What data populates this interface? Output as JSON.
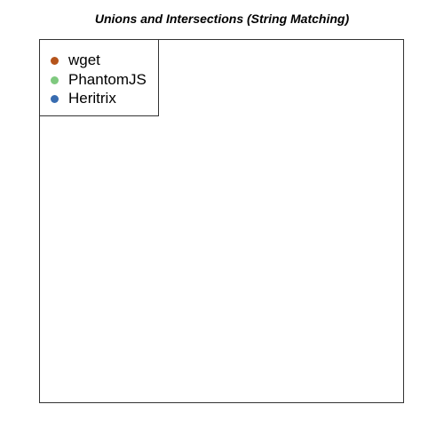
{
  "chart_data": {
    "type": "scatter",
    "title": "Unions and Intersections (String Matching)",
    "xlabel": "",
    "ylabel": "",
    "legend_position": "top-left",
    "grid": false,
    "series": [
      {
        "name": "wget",
        "color": "#b5541b",
        "values": []
      },
      {
        "name": "PhantomJS",
        "color": "#7fc97f",
        "values": []
      },
      {
        "name": "Heritrix",
        "color": "#386cb0",
        "values": []
      }
    ]
  }
}
